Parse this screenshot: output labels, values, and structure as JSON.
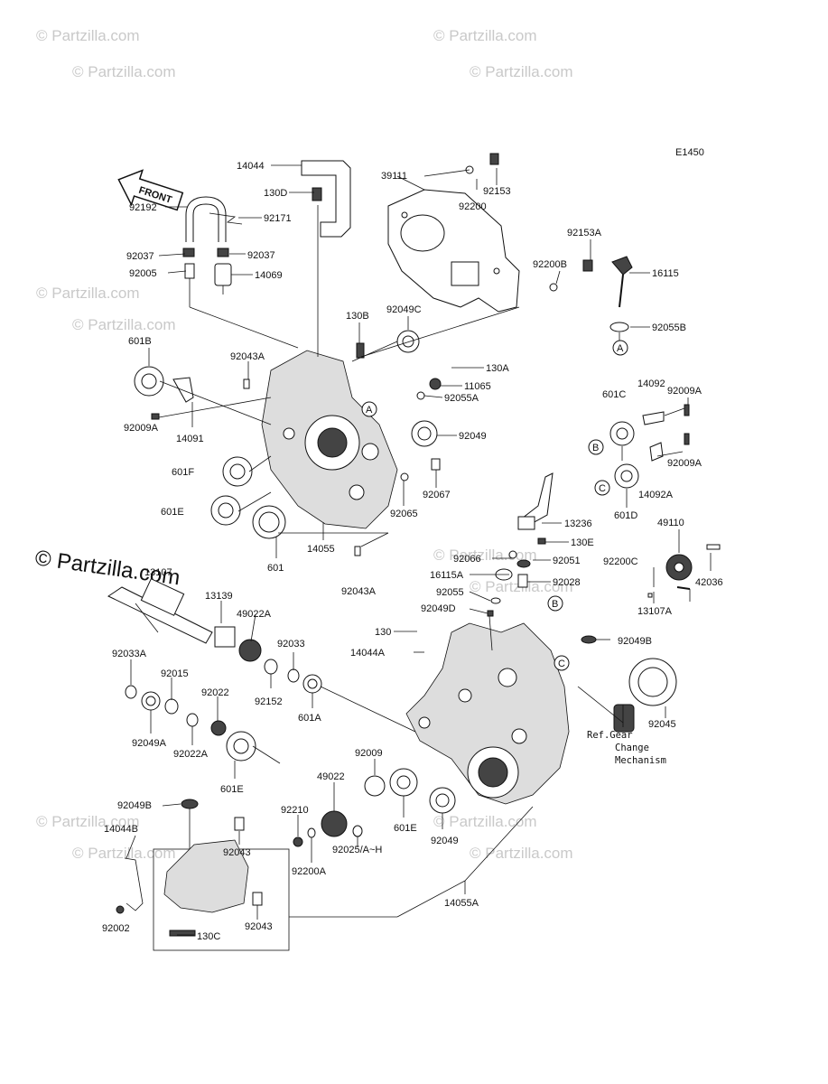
{
  "diagram": {
    "code": "E1450",
    "front_label": "FRONT",
    "brand_big": "© Partzilla.com",
    "watermark": "© Partzilla.com",
    "ref_note": [
      "Ref.Gear",
      "Change",
      "Mechanism"
    ],
    "callouts": [
      "A",
      "B",
      "C"
    ],
    "labels": {
      "p14044": "14044",
      "p39111": "39111",
      "p92153": "92153",
      "p92200": "92200",
      "p130D": "130D",
      "p92192": "92192",
      "p92171": "92171",
      "p92037a": "92037",
      "p92037b": "92037",
      "p92153A": "92153A",
      "p92005": "92005",
      "p14069": "14069",
      "p92200B": "92200B",
      "p16115": "16115",
      "p130B": "130B",
      "p92049C": "92049C",
      "p92055B": "92055B",
      "p601B": "601B",
      "p92043A_top": "92043A",
      "p130A": "130A",
      "p11065": "11065",
      "p92055A": "92055A",
      "p92009A_r": "92009A",
      "p14092": "14092",
      "p601C": "601C",
      "p92009A_l": "92009A",
      "p14091": "14091",
      "p92049": "92049",
      "p92009A_r2": "92009A",
      "p601F": "601F",
      "p92067": "92067",
      "p14092A": "14092A",
      "p601D": "601D",
      "p601E": "601E",
      "p92065": "92065",
      "p13236": "13236",
      "p49110": "49110",
      "p14055": "14055",
      "p601": "601",
      "p130E": "130E",
      "p92066": "92066",
      "p92051": "92051",
      "p92200C": "92200C",
      "p42036": "42036",
      "p13107": "13107",
      "p16115A": "16115A",
      "p92028": "92028",
      "p92043A_bot": "92043A",
      "p92055": "92055",
      "p13107A": "13107A",
      "p13139": "13139",
      "p49022A": "49022A",
      "p92049D": "92049D",
      "p130": "130",
      "p92049B_r": "92049B",
      "p92033": "92033",
      "p14044A": "14044A",
      "p92033A": "92033A",
      "p92015": "92015",
      "p92152": "92152",
      "p601A": "601A",
      "p92022": "92022",
      "p92045": "92045",
      "p92049A": "92049A",
      "p92022A": "92022A",
      "p601E_b": "601E",
      "p92009": "92009",
      "p49022": "49022",
      "p92049B": "92049B",
      "p92210": "92210",
      "p601E_c": "601E",
      "p92049_b": "92049",
      "p14044B": "14044B",
      "p92043": "92043",
      "p92200A": "92200A",
      "p92025": "92025/A~H",
      "p14055A": "14055A",
      "p92002": "92002",
      "p92043_b": "92043",
      "p130C": "130C"
    }
  }
}
